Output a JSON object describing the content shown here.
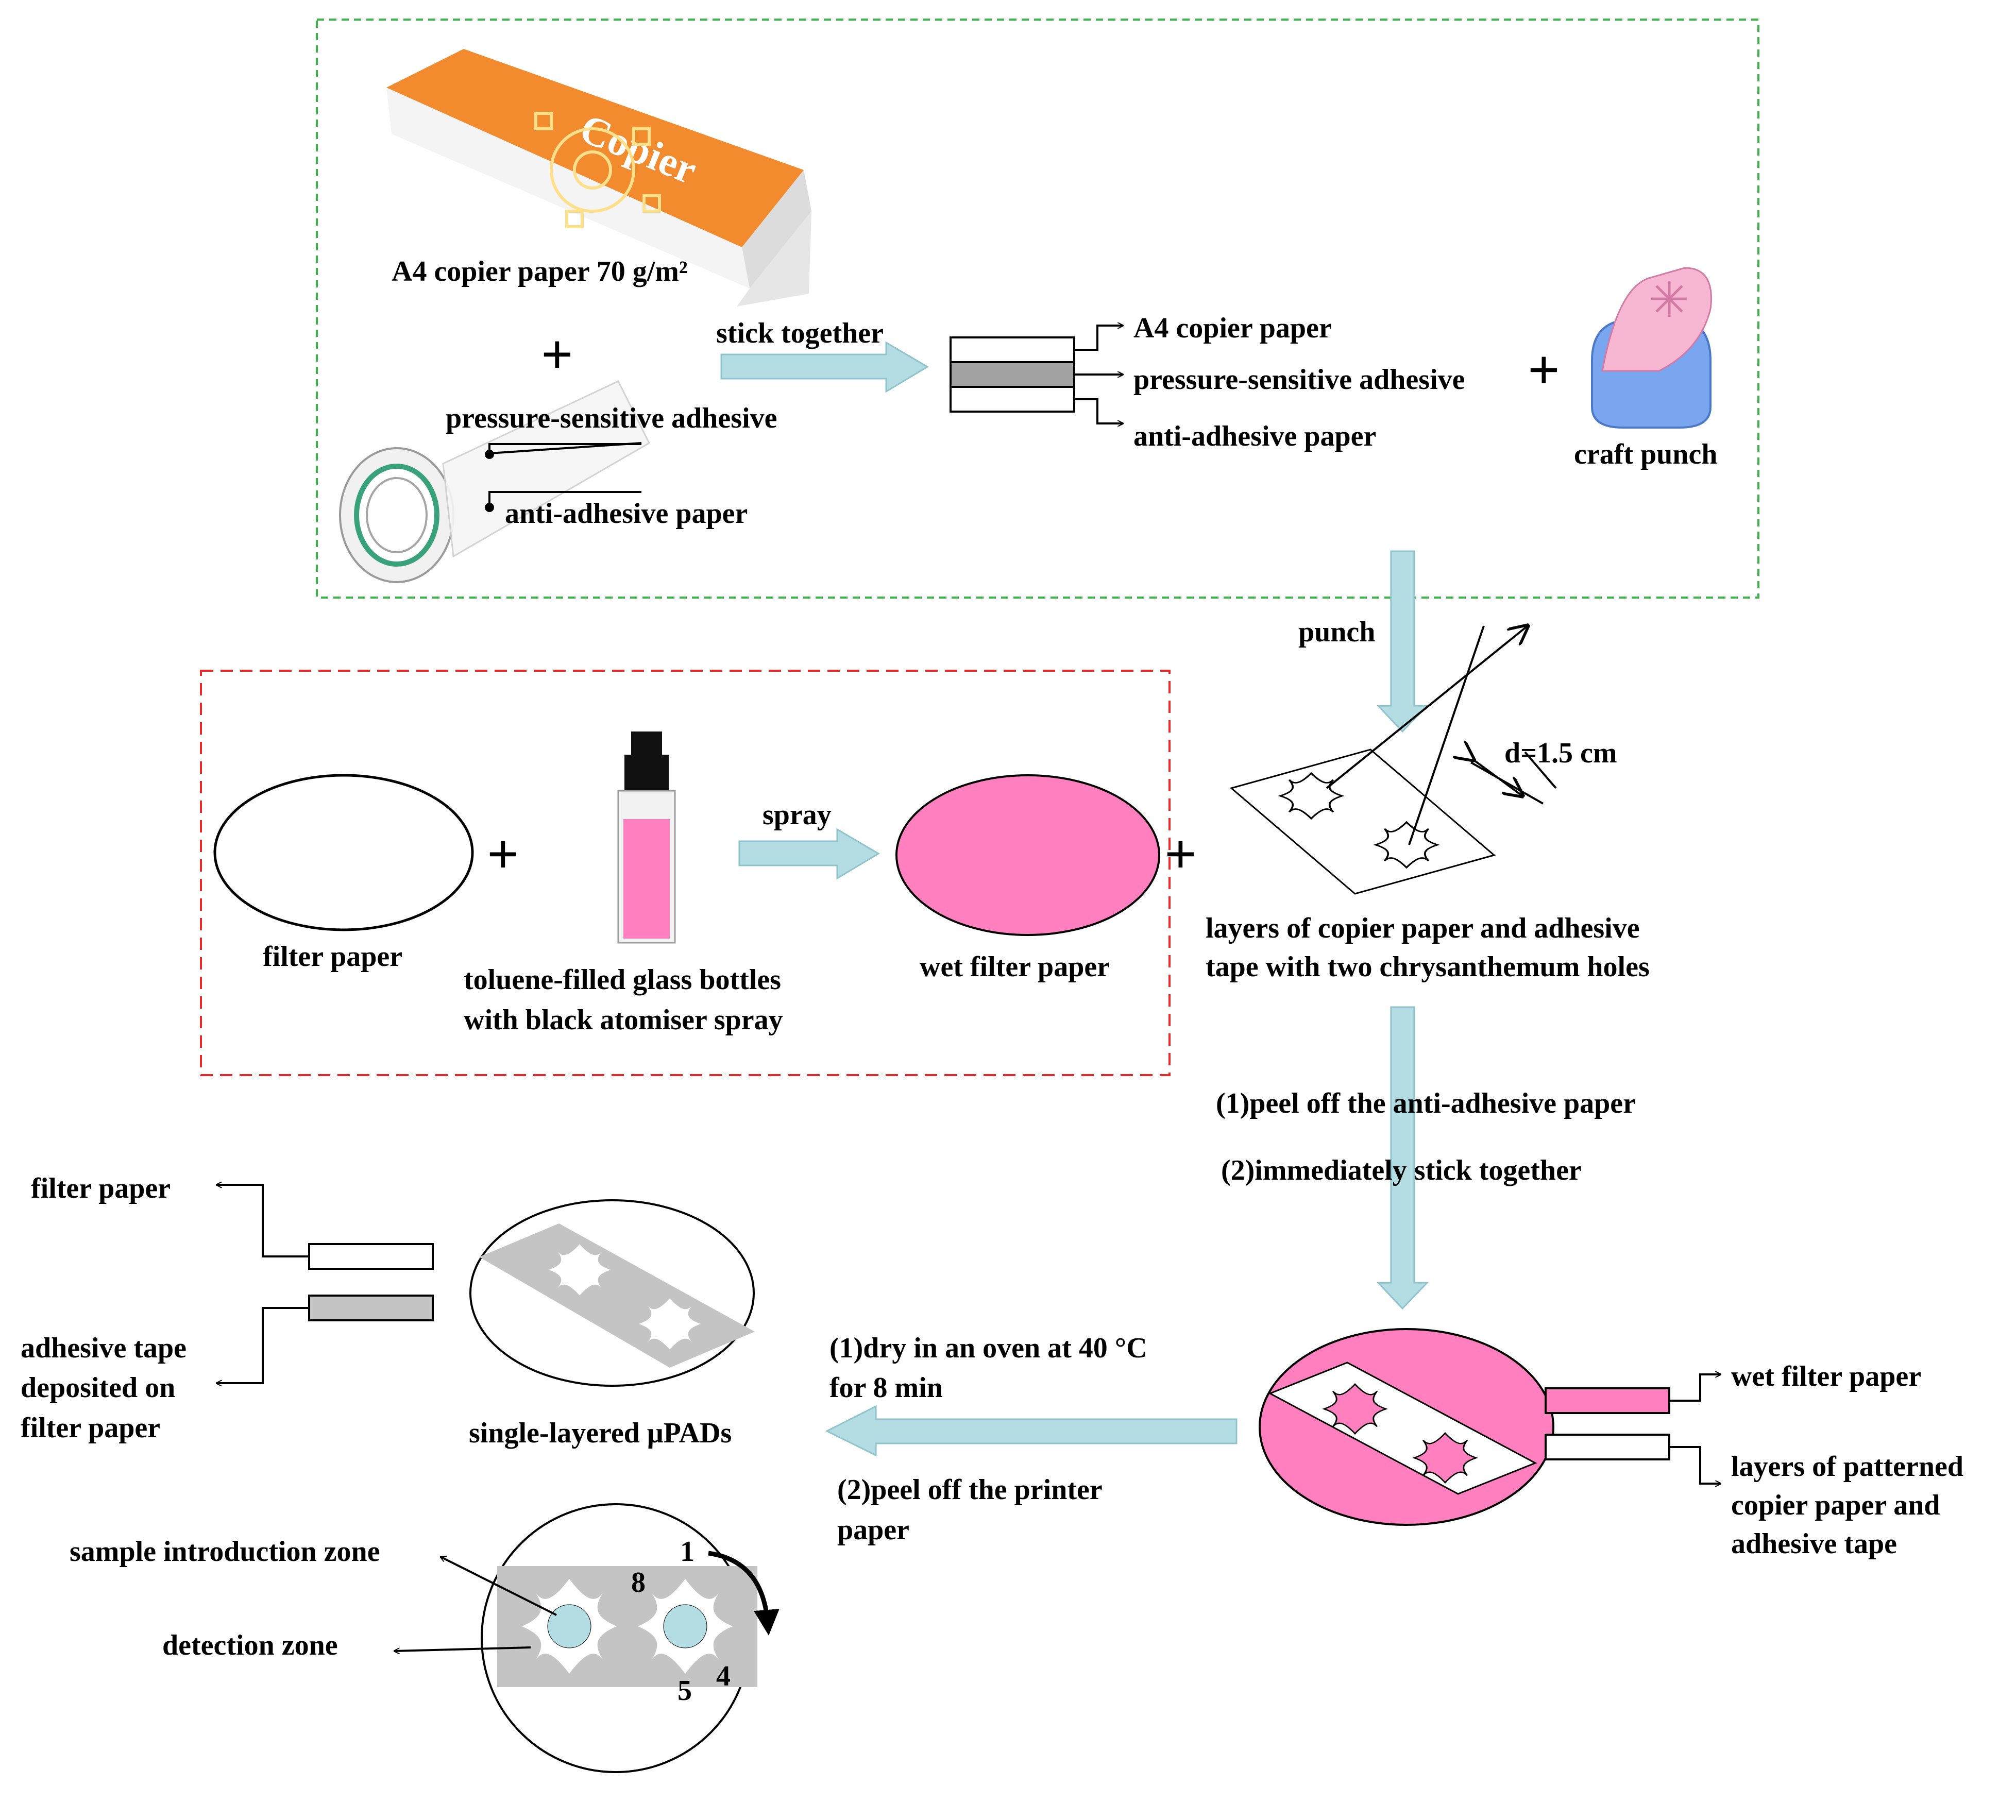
{
  "colors": {
    "pink": "#ff7fbf",
    "process_arrow": "#b3dde2",
    "tape_gray": "#c4c4c4",
    "zone_blue": "#b3dde2",
    "green_box": "#3cb44b",
    "red_box": "#e52b2b",
    "carton_orange": "#f28a2e",
    "punch_pink": "#f7b6d2",
    "punch_blue": "#7aa6f0"
  },
  "materials": {
    "copier_paper_label": "A4 copier paper 70 g/m²",
    "carton_brand": "Copier",
    "plus_sign": "+",
    "psa_label": "pressure-sensitive adhesive",
    "anti_label": "anti-adhesive paper",
    "stick_label": "stick together",
    "layer1_label": "A4 copier paper",
    "layer2_label": "pressure-sensitive adhesive",
    "layer3_label": "anti-adhesive paper",
    "craft_punch_label": "craft punch"
  },
  "punching": {
    "punch_label": "punch",
    "distance_label": "d=1.5 cm",
    "layers_caption_line1": "layers of copier paper and adhesive",
    "layers_caption_line2": "tape with two chrysanthemum holes"
  },
  "wetting": {
    "filter_paper_label": "filter paper",
    "bottle_label_line1": "toluene-filled glass bottles",
    "bottle_label_line2": "with black atomiser spray",
    "spray_label": "spray",
    "wet_filter_label": "wet filter paper"
  },
  "assembly": {
    "step1": "(1)peel off the anti-adhesive paper",
    "step2": "(2)immediately stick together",
    "wet_filter_legend": "wet filter paper",
    "patterned_legend_line1": "layers of patterned",
    "patterned_legend_line2": "copier paper and",
    "patterned_legend_line3": "adhesive tape"
  },
  "drying": {
    "step1_line1": "(1)dry in an oven at 40 °C",
    "step1_line2": "for 8 min",
    "step2_line1": "(2)peel off the printer",
    "step2_line2": "paper"
  },
  "result": {
    "legend_filter": "filter paper",
    "legend_tape_line1": "adhesive tape",
    "legend_tape_line2": "deposited on",
    "legend_tape_line3": "filter paper",
    "caption": "single-layered μPADs",
    "sample_zone_label": "sample introduction zone",
    "detection_zone_label": "detection zone",
    "petal_1": "1",
    "petal_8": "8",
    "petal_5": "5",
    "petal_4": "4"
  }
}
